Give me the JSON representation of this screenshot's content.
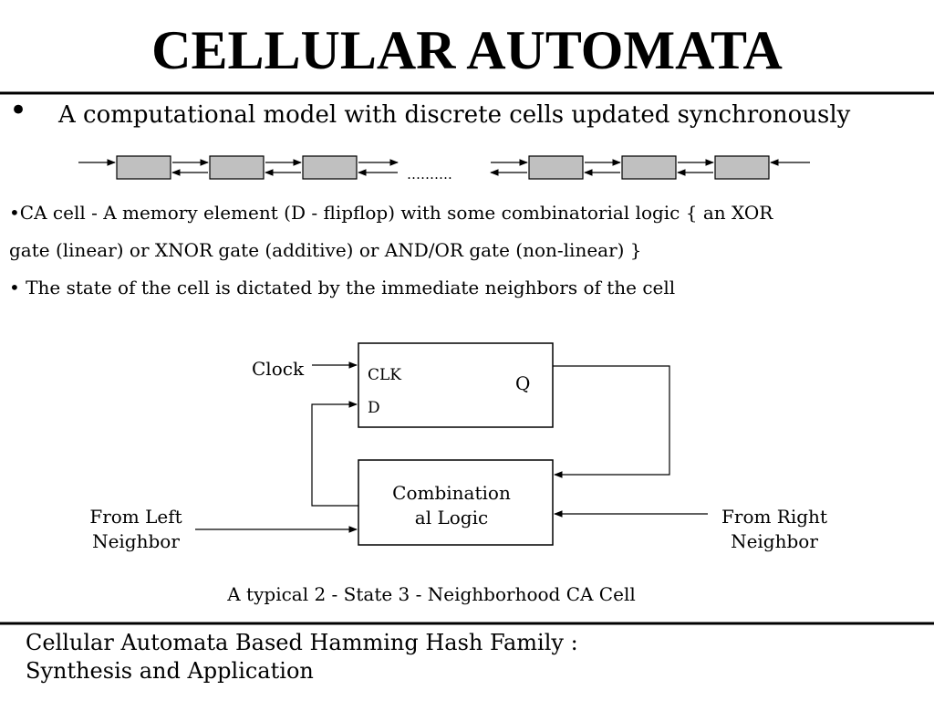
{
  "title": "CELLULAR AUTOMATA",
  "bullet_symbol": "•",
  "bullet_main": "A computational model with discrete cells updated  synchronously",
  "chain_dots": "……….",
  "line1": "•CA cell - A memory element (D - flipflop) with some combinatorial logic { an XOR",
  "line2": " gate  (linear) or XNOR gate (additive) or AND/OR gate (non-linear) }",
  "line3": "• The state of the cell is dictated by the immediate neighbors of the cell",
  "diagram": {
    "clock_label": "Clock",
    "clk_pin": "CLK",
    "d_pin": "D",
    "q_pin": "Q",
    "logic_line1": "Combination",
    "logic_line2": "al Logic",
    "left_line1": "From Left",
    "left_line2": "Neighbor",
    "right_line1": "From Right",
    "right_line2": "Neighbor",
    "caption": "A typical 2 - State 3 - Neighborhood CA Cell"
  },
  "footer_line1": "Cellular Automata Based Hamming Hash Family :",
  "footer_line2": "Synthesis and Application",
  "colors": {
    "cell_fill": "#c0c0c0",
    "stroke": "#000000"
  }
}
